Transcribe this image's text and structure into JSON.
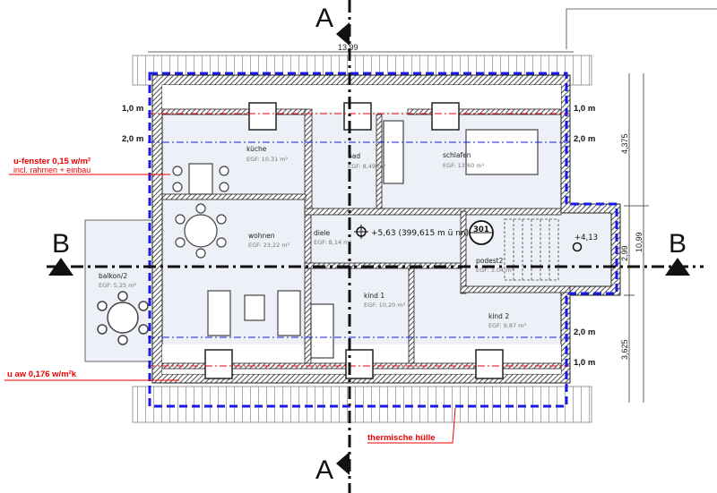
{
  "sections": {
    "a_top": "A",
    "a_bottom": "A",
    "b_left": "B",
    "b_right": "B"
  },
  "dimensions": {
    "top_width": "13,99",
    "right_total": "10,99",
    "right_upper": "4,375",
    "right_middle": "2,99",
    "right_lower": "3,625"
  },
  "levels": {
    "left_top_1m": "1,0 m",
    "left_top_2m": "2,0 m",
    "right_top_1m": "1,0 m",
    "right_top_2m": "2,0 m",
    "right_bottom_2m": "2,0 m",
    "right_bottom_1m": "1,0 m"
  },
  "annotations": {
    "u_fenster": "u-fenster 0,15 w/m²",
    "u_fenster_note": "incl. rahmen + einbau",
    "u_aw": "u aw 0,176 w/m²k",
    "thermal_envelope": "thermische hülle"
  },
  "markers": {
    "elevation_main": "+5,63 (399,615 m ü nn)",
    "stair_number": "301",
    "elevation_podest": "+4,13"
  },
  "rooms": [
    {
      "name": "küche",
      "area": "EGF: 10,31 m²"
    },
    {
      "name": "bad",
      "area": "EGF: 8,49 m²"
    },
    {
      "name": "schlafen",
      "area": "EGF: 13,60 m²"
    },
    {
      "name": "wohnen",
      "area": "EGF: 23,22 m²"
    },
    {
      "name": "diele",
      "area": "EGF: 8,14 m²"
    },
    {
      "name": "podest2",
      "area": "EGF: 3,04 m²"
    },
    {
      "name": "kind 1",
      "area": "EGF: 10,20 m²"
    },
    {
      "name": "kind 2",
      "area": "EGF: 9,87 m²"
    },
    {
      "name": "balkon/2",
      "area": "EGF: 5,25 m²"
    }
  ],
  "colors": {
    "envelope": "#1a1ae6",
    "annotation": "#e00000",
    "floor": "#eef0f8"
  }
}
